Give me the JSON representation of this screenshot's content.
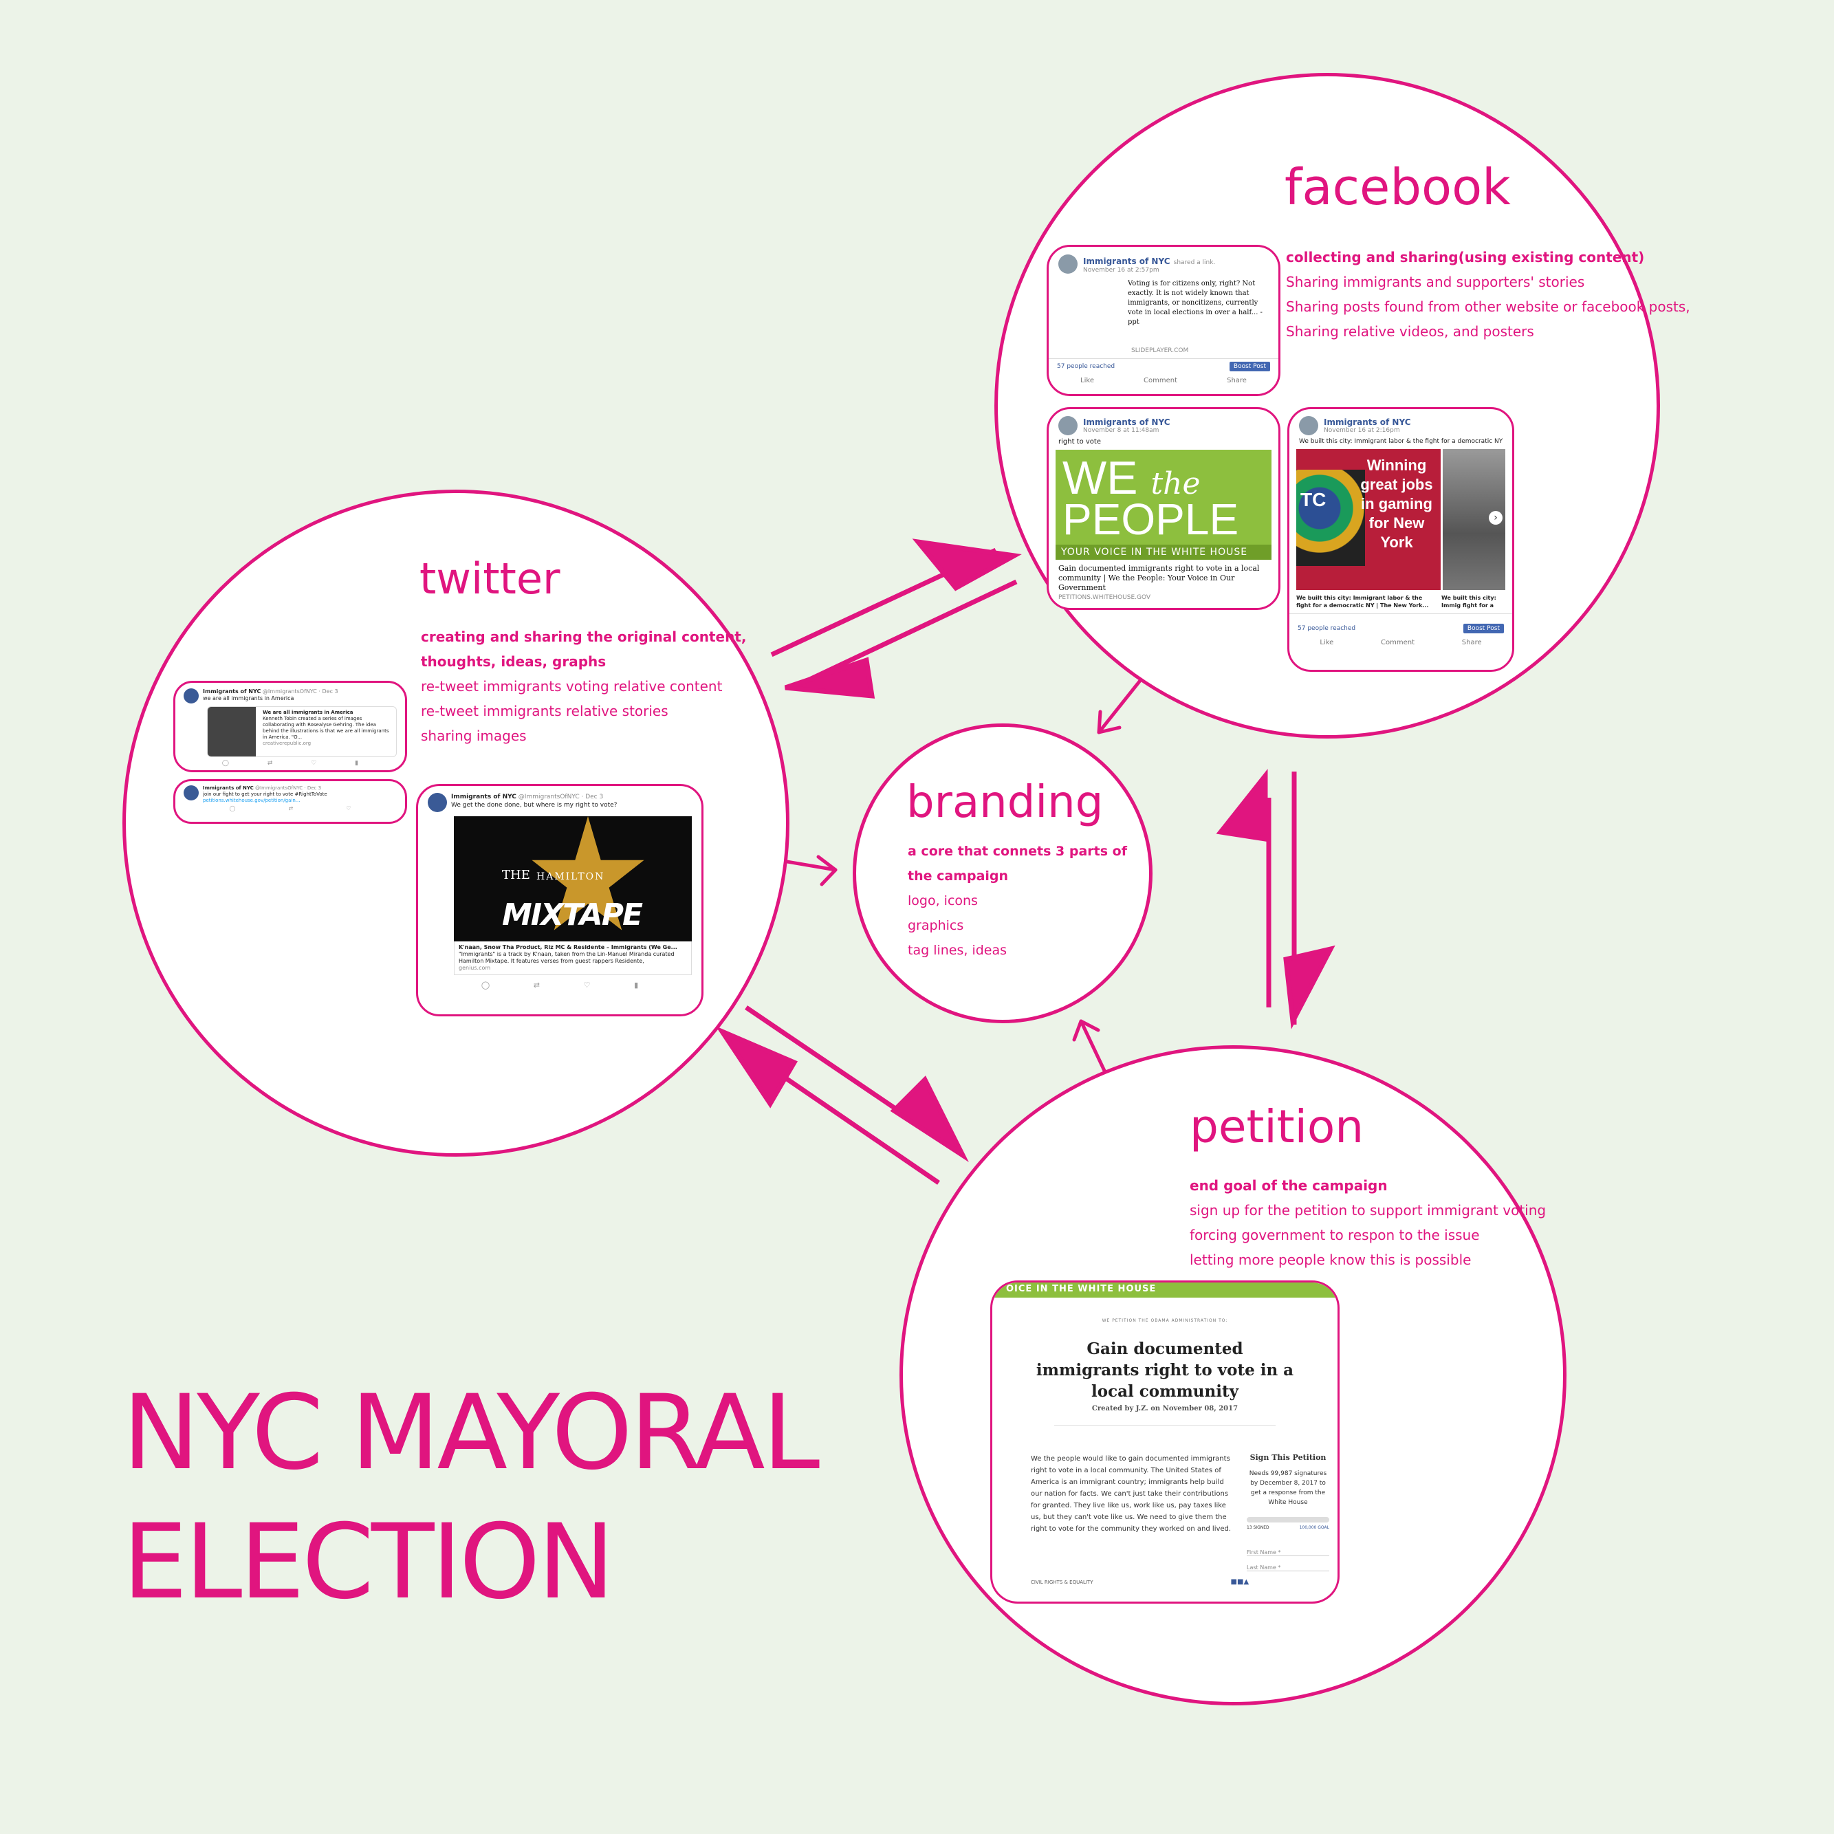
{
  "title": {
    "line1": "NYC MAYORAL",
    "line2": "ELECTION"
  },
  "facebook": {
    "title": "facebook",
    "lead": "collecting and sharing(using existing content)",
    "points": [
      "Sharing immigrants and supporters' stories",
      "Sharing posts found from other website or facebook posts,",
      "Sharing relative videos, and posters"
    ],
    "post1": {
      "author": "Immigrants of NYC",
      "action": "shared a link.",
      "date": "November 16 at 2:57pm",
      "link_text": "Voting is for citizens only, right? Not exactly. It is not widely known that immigrants, or noncitizens, currently vote in local elections in over a half... - ppt",
      "source": "SLIDEPLAYER.COM",
      "reach": "57 people reached",
      "boost": "Boost Post",
      "like": "Like",
      "comment": "Comment",
      "share": "Share"
    },
    "post2": {
      "author": "Immigrants of NYC",
      "date": "November 8 at 11:48am",
      "text": "right to vote",
      "banner_we": "WE",
      "banner_the": "the",
      "banner_people": "PEOPLE",
      "banner_tag": "YOUR VOICE IN THE WHITE HOUSE",
      "link_title": "Gain documented immigrants right to vote in a local community | We the People: Your Voice in Our Government",
      "source": "PETITIONS.WHITEHOUSE.GOV"
    },
    "post3": {
      "author": "Immigrants of NYC",
      "date": "November 16 at 2:16pm",
      "text": "We built this city: Immigrant labor & the fight for a democratic NY",
      "image_text": "Winning great jobs in gaming for New York",
      "tc": "TC",
      "caption1": "We built this city: Immigrant labor & the fight for a democratic NY | The New York...",
      "caption2": "We built this city: Immig fight for a democratic N",
      "reach": "57 people reached",
      "boost": "Boost Post",
      "like": "Like",
      "comment": "Comment",
      "share": "Share"
    }
  },
  "twitter": {
    "title": "twitter",
    "lead_line1": "creating and sharing the original content,",
    "lead_line2": "thoughts, ideas, graphs",
    "points": [
      "re-tweet immigrants voting relative content",
      "re-tweet immigrants relative stories",
      "sharing images"
    ],
    "tweet1": {
      "author": "Immigrants of NYC",
      "handle": "@ImmigrantsOfNYC · Dec 3",
      "text": "we are all immigrants in America",
      "card_title": "We are all immigrants in America",
      "card_text": "Kenneth Tobin created a series of images collaborating with Rosealyse Gehring. The idea behind the illustrations is that we are all immigrants in America. \"O...",
      "card_source": "creativerepublic.org"
    },
    "tweet2": {
      "author": "Immigrants of NYC",
      "handle": "@ImmigrantsOfNYC · Dec 3",
      "text": "join our fight to get your right to vote #RightToVote",
      "link": "petitions.whitehouse.gov/petition/gain..."
    },
    "tweet3": {
      "author": "Immigrants of NYC",
      "handle": "@ImmigrantsOfNYC · Dec 3",
      "text": "We get the done done, but where is my right to vote?",
      "image_top": "THE",
      "image_mid": "HAMILTON",
      "image_bottom": "MIXTAPE",
      "card_title": "K'naan, Snow Tha Product, Riz MC & Residente – Immigrants (We Ge...",
      "card_text": "\"Immigrants\" is a track by K'naan, taken from the Lin-Manuel Miranda curated Hamilton Mixtape. It features verses from guest rappers Residente,",
      "card_source": "genius.com"
    }
  },
  "branding": {
    "title": "branding",
    "lead_line1": "a core that connets 3 parts of",
    "lead_line2": "the campaign",
    "points": [
      "logo, icons",
      "graphics",
      "tag lines, ideas"
    ]
  },
  "petition": {
    "title": "petition",
    "lead": "end goal of the campaign",
    "points": [
      "sign up for the petition to support immigrant voting",
      "forcing government to respon to the issue",
      "letting more people know this is possible"
    ],
    "shot": {
      "banner": "OICE IN THE WHITE HOUSE",
      "ask": "WE PETITION THE OBAMA ADMINISTRATION TO:",
      "heading": "Gain documented immigrants right to vote in a local community",
      "created": "Created by J.Z. on November 08, 2017",
      "body": "We the people would like to gain documented immigrants right to vote in a local community. The United States of America is an immigrant country; immigrants help build our nation for facts. We can't just take their contributions for granted. They live like us, work like us, pay taxes like us, but they can't vote like us. We need to give them the right to vote for the community they worked on and lived.",
      "sign_title": "Sign This Petition",
      "needs": "Needs 99,987 signatures by December 8, 2017 to get a response from the White House",
      "count_left": "13 SIGNED",
      "count_right": "100,000 GOAL",
      "first_name": "First Name *",
      "last_name": "Last Name *",
      "issue": "CIVIL RIGHTS & EQUALITY"
    }
  },
  "colors": {
    "accent": "#e0157f",
    "background": "#ecf3e8"
  }
}
